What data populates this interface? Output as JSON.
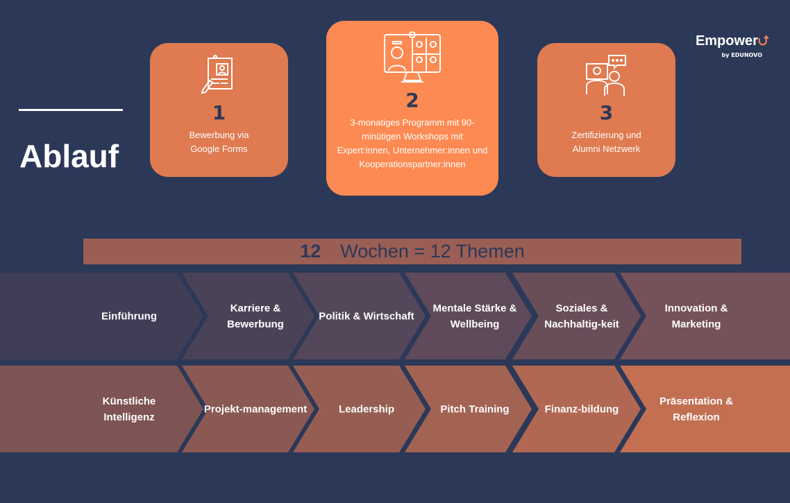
{
  "title": "Ablauf",
  "logo": {
    "name": "Empower",
    "by": "by EDUNOVO"
  },
  "steps": [
    {
      "number": "1",
      "text": "Bewerbung via Google Forms",
      "icon": "application-form-icon"
    },
    {
      "number": "2",
      "text": "3-monatiges Programm mit 90-minütigen Workshops mit Expert:innen, Unternehmer:innen und Kooperationspartner:innen",
      "icon": "video-conference-icon"
    },
    {
      "number": "3",
      "text": "Zertifizierung und Alumni Netzwerk",
      "icon": "conversation-icon"
    }
  ],
  "banner": {
    "number": "12",
    "text": "Wochen = 12 Themen"
  },
  "themes_row1": [
    "Einführung",
    "Karriere & Bewerbung",
    "Politik & Wirtschaft",
    "Mentale Stärke & Wellbeing",
    "Soziales & Nachhaltig-keit",
    "Innovation & Marketing"
  ],
  "themes_row2": [
    "Künstliche Intelligenz",
    "Projekt-management",
    "Leadership",
    "Pitch Training",
    "Finanz-bildung",
    "Präsentation & Reflexion"
  ],
  "colors": {
    "background": "#2c3858",
    "row1": [
      "#403e57",
      "#4a4358",
      "#54475a",
      "#5e4a5a",
      "#694e5a",
      "#75525a"
    ],
    "row2": [
      "#7d5453",
      "#8a5953",
      "#965e53",
      "#a36353",
      "#b06852",
      "#c26f52"
    ]
  }
}
